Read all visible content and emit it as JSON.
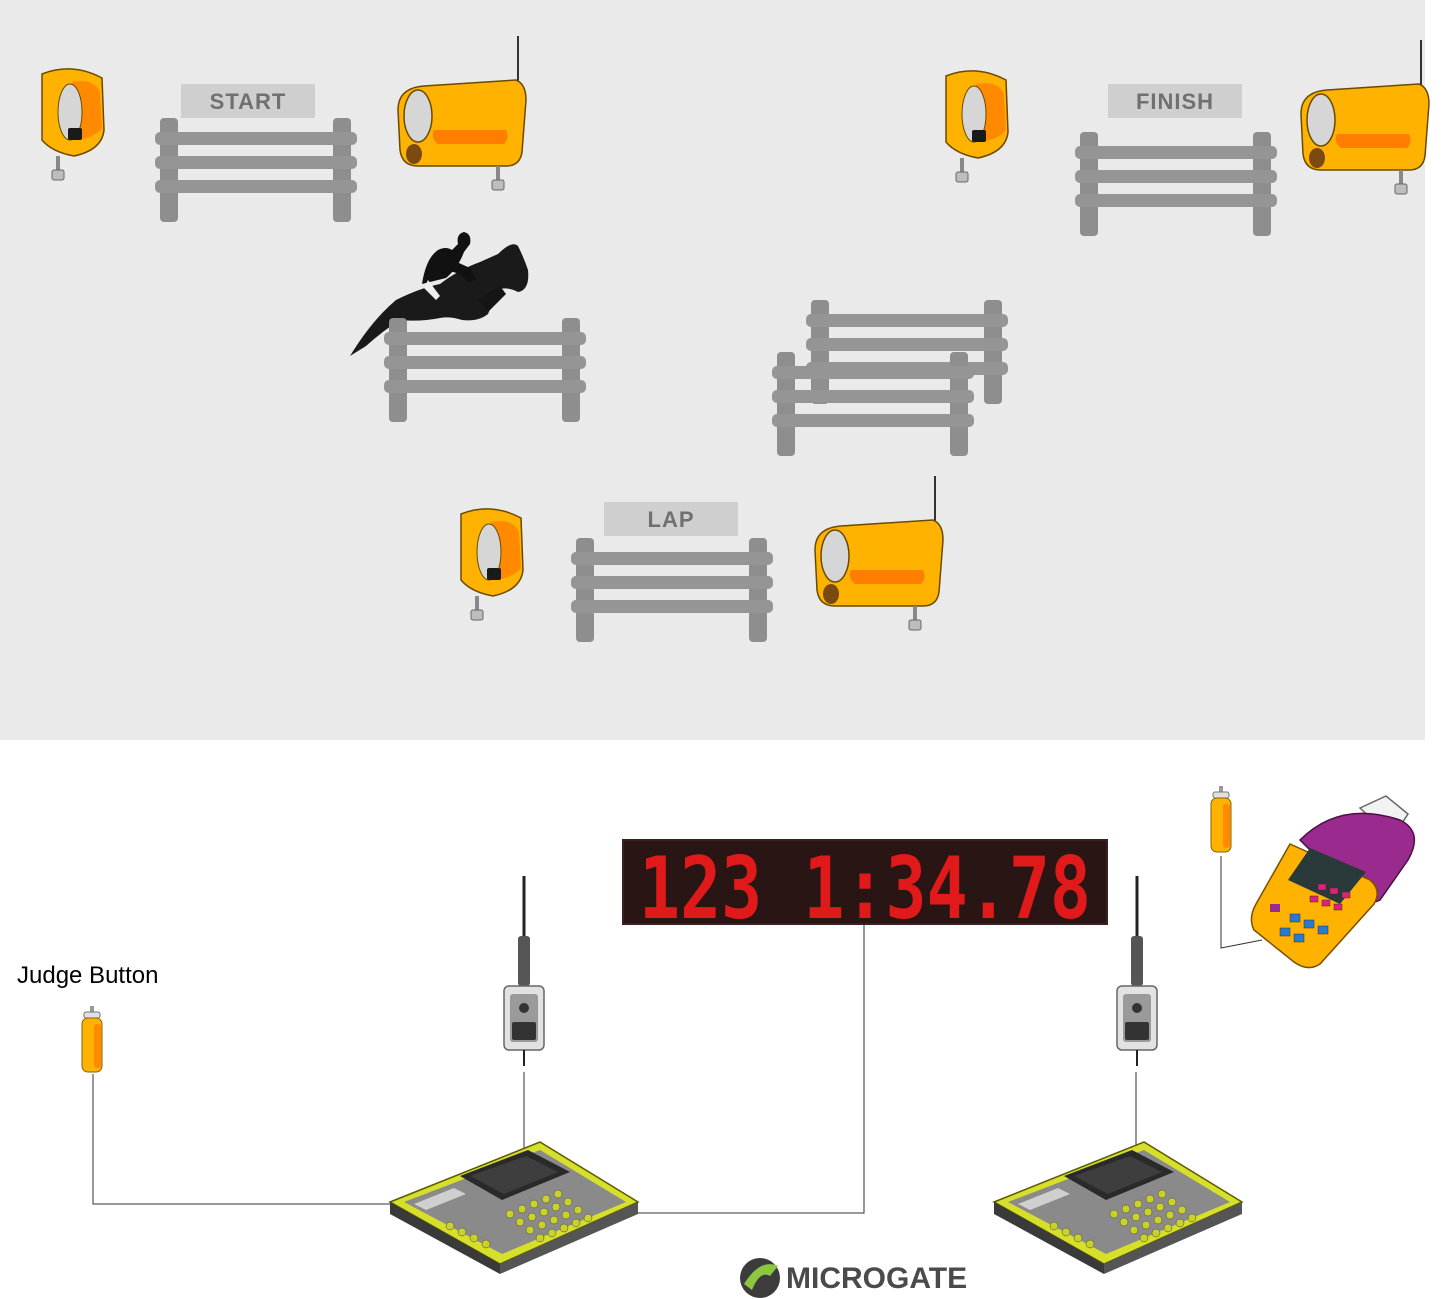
{
  "course": {
    "signs": {
      "start": "START",
      "finish": "FINISH",
      "lap": "LAP"
    }
  },
  "equipment": {
    "scoreboard_display": "123 1:34.78",
    "judge_button_label": "Judge Button",
    "brand": "MICROGATE"
  },
  "colors": {
    "arena": "#eaeaea",
    "photocell": "#ffb300",
    "photocell_dark": "#ff8a00",
    "fence": "#8f8f8f",
    "led_red": "#e01a1a",
    "console_yellow": "#d6df2a",
    "handheld_purple": "#9b2a8f"
  }
}
